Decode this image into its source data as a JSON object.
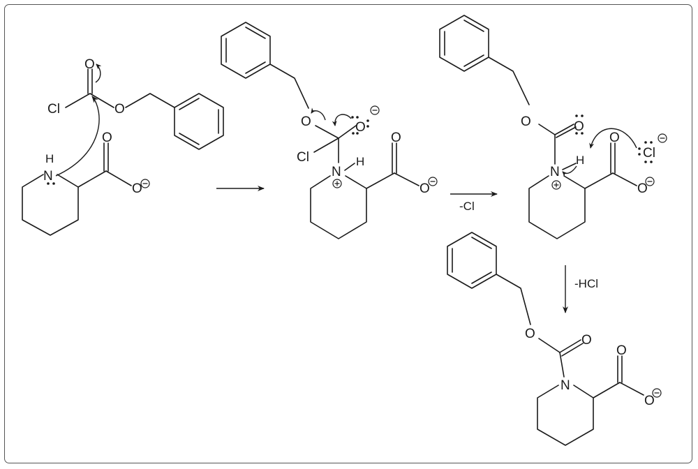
{
  "atoms": {
    "o": "O",
    "cl": "Cl",
    "n": "N",
    "h": "H",
    "nh": "H"
  },
  "charges": {
    "minus": "−",
    "plus": "+"
  },
  "conditions": {
    "step2": "-Cl",
    "step3": "-HCl"
  }
}
